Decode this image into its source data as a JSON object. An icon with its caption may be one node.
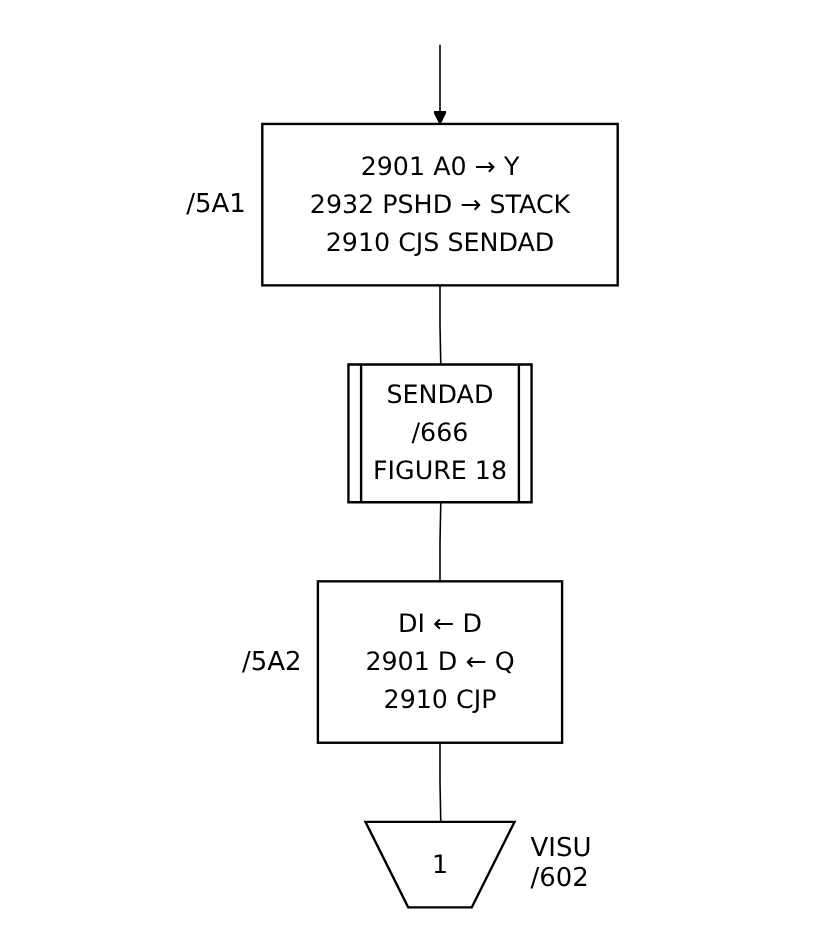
{
  "diagram": {
    "nodes": [
      {
        "text": [
          "2901 A0 → Y",
          "2932 PSHD → STACK",
          "2910 CJS SENDAD"
        ],
        "beside": [
          "/5A1"
        ]
      },
      {
        "text": [
          "SENDAD",
          "/666",
          "FIGURE 18"
        ]
      },
      {
        "text": [
          "DI ← D",
          "2901 D ← Q",
          "2910 CJP"
        ],
        "beside": [
          "/5A2"
        ]
      },
      {
        "text": [
          "1"
        ],
        "beside": [
          "VISU /602"
        ]
      }
    ],
    "edges": [
      {
        "from": null,
        "to": 0,
        "arrow": "to"
      },
      {
        "from": 0,
        "to": 1,
        "arrow": "none"
      },
      {
        "from": 1,
        "to": 2,
        "arrow": "none"
      },
      {
        "from": 2,
        "to": 3,
        "arrow": "none"
      }
    ]
  }
}
